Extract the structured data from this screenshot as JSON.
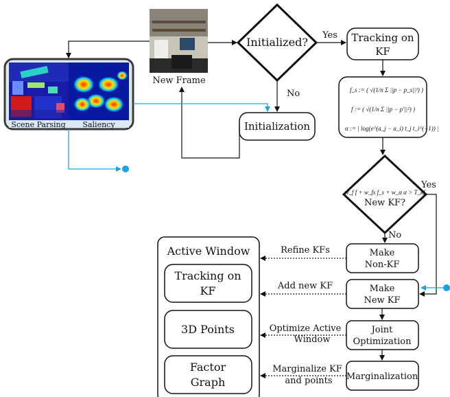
{
  "nodes": {
    "new_frame": "New Frame",
    "initialized": "Initialized?",
    "tracking_kf": [
      "Tracking on",
      "KF"
    ],
    "initialization": "Initialization",
    "new_kf_decision": "New KF?",
    "make_nonkf": [
      "Make",
      "Non-KF"
    ],
    "make_newkf": [
      "Make",
      "New KF"
    ],
    "joint_opt": [
      "Joint",
      "Optimization"
    ],
    "marginalization": "Marginalization",
    "active_window": "Active Window",
    "aw_tracking": [
      "Tracking on",
      "KF"
    ],
    "aw_points": "3D Points",
    "aw_factor": [
      "Factor",
      "Graph"
    ]
  },
  "edges": {
    "yes_init": "Yes",
    "no_init": "No",
    "yes_newkf": "Yes",
    "no_newkf": "No",
    "refine": "Refine KFs",
    "add_new": "Add new KF",
    "optimize": [
      "Optimize Active",
      "Window"
    ],
    "marginalize": [
      "Marginalize KF",
      "and points"
    ]
  },
  "captions": {
    "scene_parsing": "Scene Parsing",
    "saliency": "Saliency"
  },
  "formulas": {
    "f_s": "f_s := ( √(1/n Σ ||p − p_s||²) )",
    "f": "f := ( √(1/n Σ ||p − p'||²) )",
    "alpha": "α := | log(e^(a_j − a_i) t_j t_i^(−1)) |",
    "decision": "w_f f + w_fs f_s + w_α α > T_kf"
  },
  "colors": {
    "connector_blue": "#1aa3e0",
    "panel_border": "#3a3a3a",
    "panel_bg": "#dbe9f4"
  }
}
